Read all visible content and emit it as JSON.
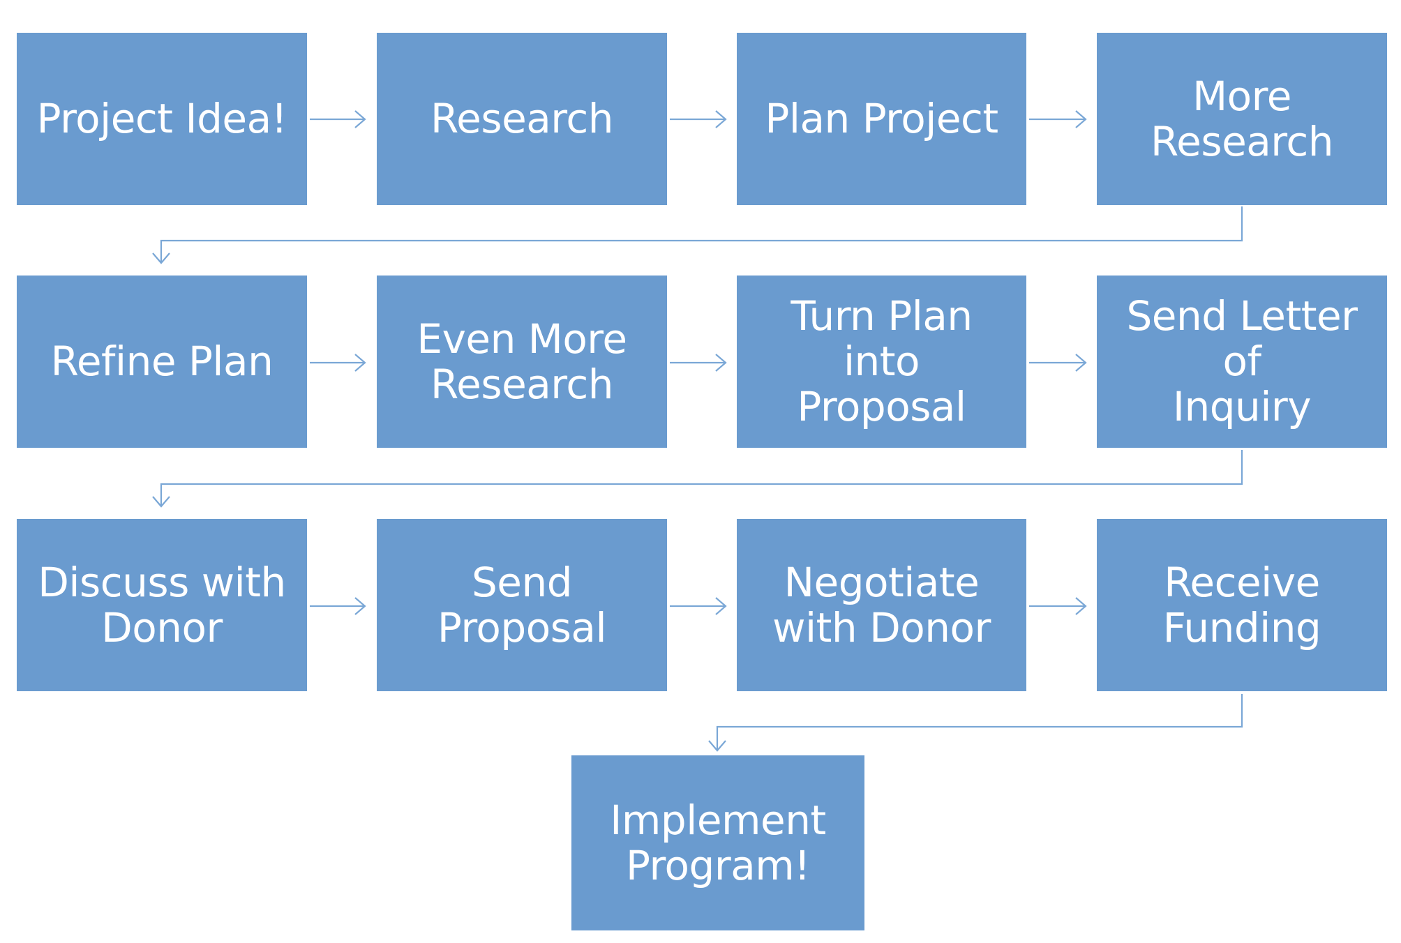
{
  "diagram": {
    "colors": {
      "box_fill": "#6a9bcf",
      "box_text": "#ffffff",
      "connector": "#7aa7d6"
    },
    "steps": [
      {
        "label": "Project  Idea!"
      },
      {
        "label": "Research"
      },
      {
        "label": "Plan  Project"
      },
      {
        "label": "More\nResearch"
      },
      {
        "label": "Refine  Plan"
      },
      {
        "label": "Even  More\nResearch"
      },
      {
        "label": "Turn  Plan into\nProposal"
      },
      {
        "label": "Send  Letter of\nInquiry"
      },
      {
        "label": "Discuss with\nDonor"
      },
      {
        "label": "Send\nProposal"
      },
      {
        "label": "Negotiate\nwith  Donor"
      },
      {
        "label": "Receive\nFunding"
      },
      {
        "label": "Implement\nProgram!"
      }
    ]
  }
}
